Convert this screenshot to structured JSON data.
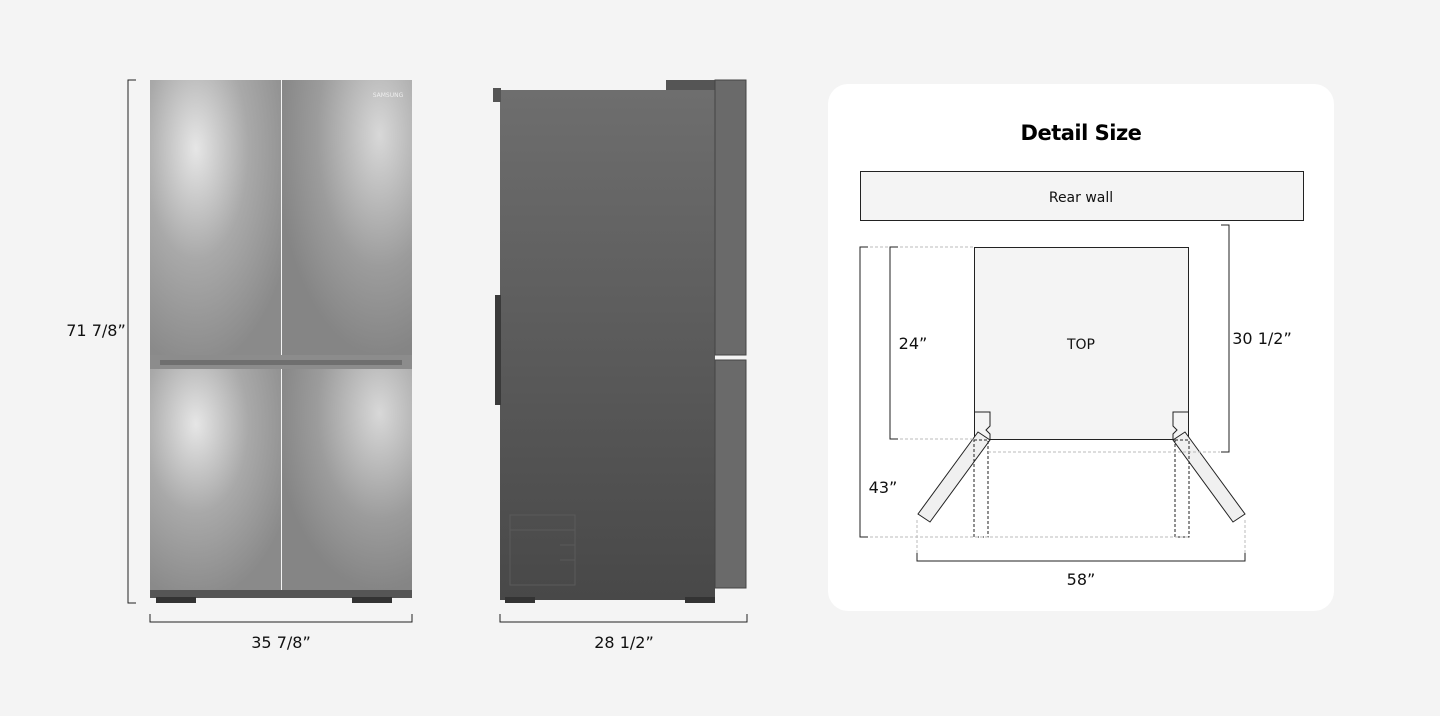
{
  "front_view": {
    "brand": "SAMSUNG",
    "height_label": "71 7/8”",
    "width_label": "35 7/8”"
  },
  "side_view": {
    "depth_label": "28 1/2”"
  },
  "detail": {
    "title": "Detail Size",
    "rear_wall_label": "Rear wall",
    "top_label": "TOP",
    "depth_no_door_label": "24”",
    "depth_with_door_label": "30 1/2”",
    "depth_door_open_label": "43”",
    "width_door_open_label": "58”"
  }
}
